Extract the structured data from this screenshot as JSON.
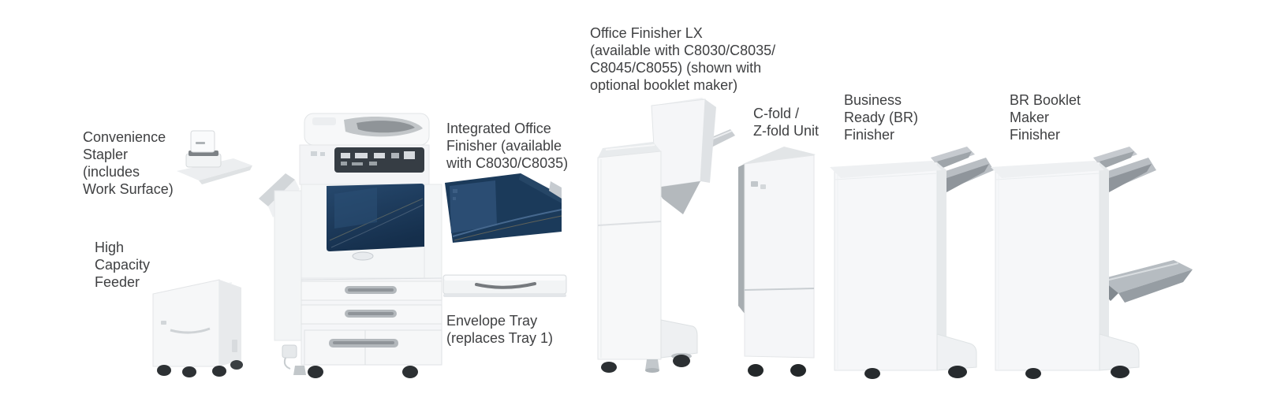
{
  "diagram": {
    "colors": {
      "background": "#ffffff",
      "label_text": "#3f4042",
      "device_navy": "#1c3a5c",
      "device_white": "#f6f7f9",
      "caster_dark": "#2c3033"
    },
    "labels": {
      "convenience_stapler": "Convenience\nStapler\n(includes\nWork Surface)",
      "high_capacity_feeder": "High\nCapacity\nFeeder",
      "integrated_office_finisher": "Integrated Office\nFinisher (available\nwith C8030/C8035)",
      "envelope_tray": "Envelope Tray\n(replaces Tray 1)",
      "office_finisher_lx": "Office Finisher LX\n(available with C8030/C8035/\nC8045/C8055) (shown with\noptional booklet maker)",
      "c_z_fold_unit": "C-fold /\nZ-fold Unit",
      "business_ready_finisher": "Business\nReady (BR)\nFinisher",
      "br_booklet_maker_finisher": "BR Booklet\nMaker\nFinisher"
    }
  }
}
